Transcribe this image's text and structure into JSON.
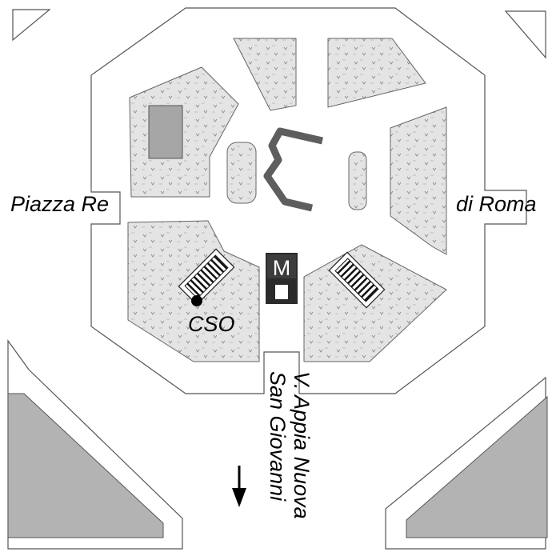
{
  "labels": {
    "west": "Piazza Re",
    "east": "di Roma",
    "point": "CSO",
    "street_line1": "V. Appia Nuova",
    "street_line2": "San Giovanni"
  },
  "metro": {
    "letter": "M"
  },
  "icons": {
    "arrow": "arrow-down-icon",
    "metro": "metro-station-icon",
    "marker": "location-dot-icon",
    "stairs": "stairs-icon"
  },
  "colors": {
    "background": "#ffffff",
    "grass_pattern": "#e4e4e4",
    "building": "#a6a6a6",
    "monument": "#5e5e5e",
    "metro_sign": "#2b2b2b",
    "corner_fill": "#b3b3b3"
  }
}
